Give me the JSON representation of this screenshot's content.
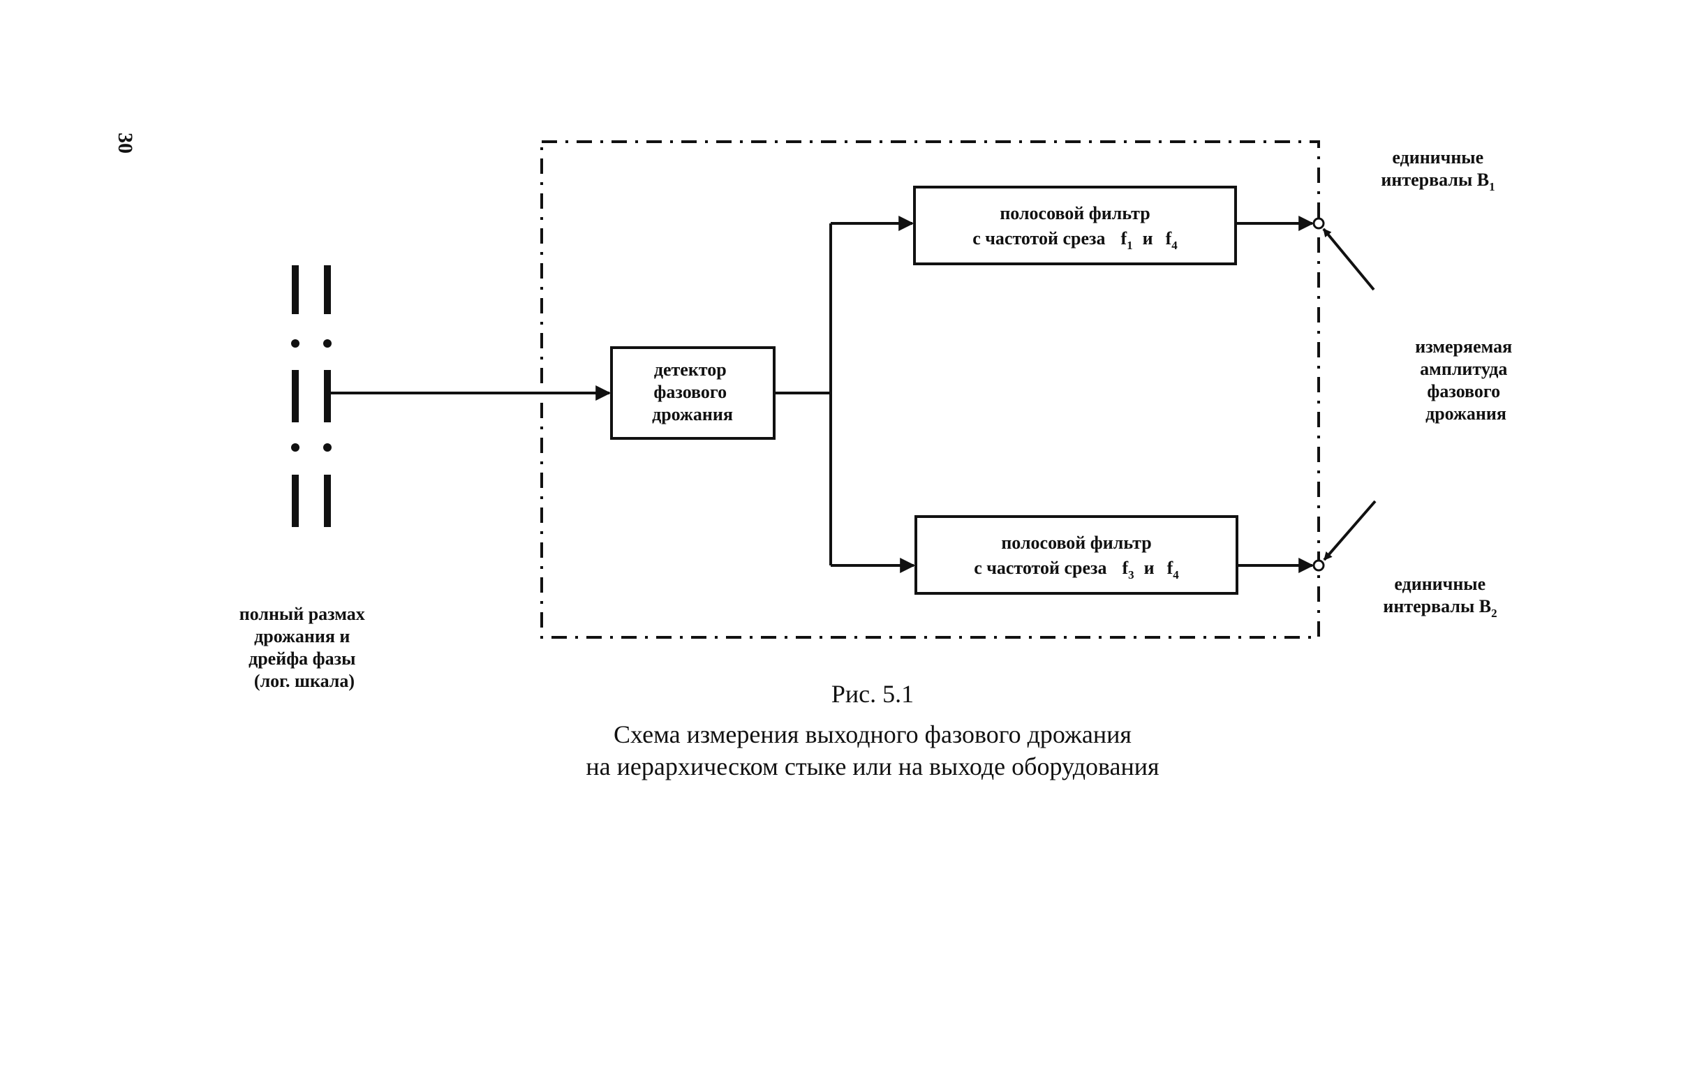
{
  "page_number": "30",
  "left_label": {
    "lines": [
      "полный размах",
      "дрожания и",
      "дрейфа фазы",
      "(лог. шкала)"
    ]
  },
  "detector": {
    "lines": [
      "детектор",
      "фазового",
      "дрожания"
    ]
  },
  "filter_top": {
    "line1": "полосовой фильтр",
    "line2_prefix": "с частотой среза",
    "f_a": "f",
    "sub_a": "1",
    "conj": "и",
    "f_b": "f",
    "sub_b": "4"
  },
  "filter_bottom": {
    "line1": "полосовой фильтр",
    "line2_prefix": "с частотой среза",
    "f_a": "f",
    "sub_a": "3",
    "conj": "и",
    "f_b": "f",
    "sub_b": "4"
  },
  "output_top": {
    "line1": "единичные",
    "line2": "интервалы B",
    "sub": "1"
  },
  "output_bottom": {
    "line1": "единичные",
    "line2": "интервалы B",
    "sub": "2"
  },
  "amplitude": {
    "lines": [
      "измеряемая",
      "амплитуда",
      "фазового",
      "дрожания"
    ]
  },
  "caption": {
    "fig": "Рис. 5.1",
    "line1": "Схема измерения выходного фазового дрожания",
    "line2": "на иерархическом стыке или на выходе оборудования"
  }
}
